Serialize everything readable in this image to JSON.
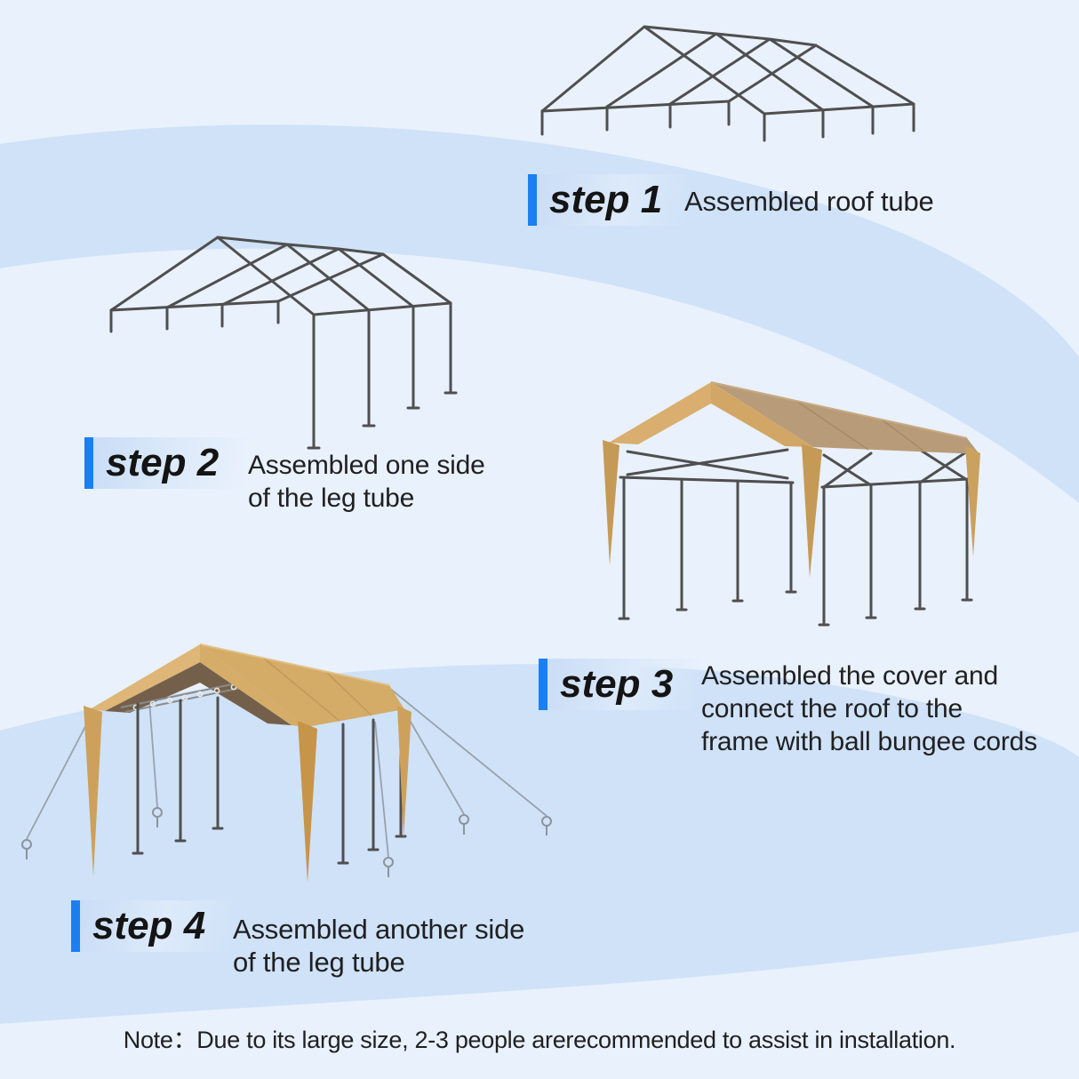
{
  "page": {
    "note": "Note：Due to its large size, 2-3 people arerecommended to assist in installation."
  },
  "steps": [
    {
      "label": "step 1",
      "description": "Assembled roof tube",
      "illustration": "assembled-roof-tube-frame"
    },
    {
      "label": "step 2",
      "description": "Assembled one side\nof the leg tube",
      "illustration": "frame-with-one-side-leg-tubes"
    },
    {
      "label": "step 3",
      "description": "Assembled the cover and\nconnect the roof to the\nframe with ball bungee cords",
      "illustration": "frame-with-cover-attached"
    },
    {
      "label": "step 4",
      "description": "Assembled another side\nof the leg tube",
      "illustration": "complete-canopy-with-ropes-and-stakes"
    }
  ],
  "colors": {
    "accent_blue": "#1a80f2",
    "background_light": "#e9f1fc",
    "swirl_blue": "#cfe2f8",
    "canopy_tan": "#d9ae6e",
    "canopy_shaded_tan": "#b89c79",
    "frame_tube_gray": "#4f4f4f",
    "text_dark": "#202022"
  }
}
